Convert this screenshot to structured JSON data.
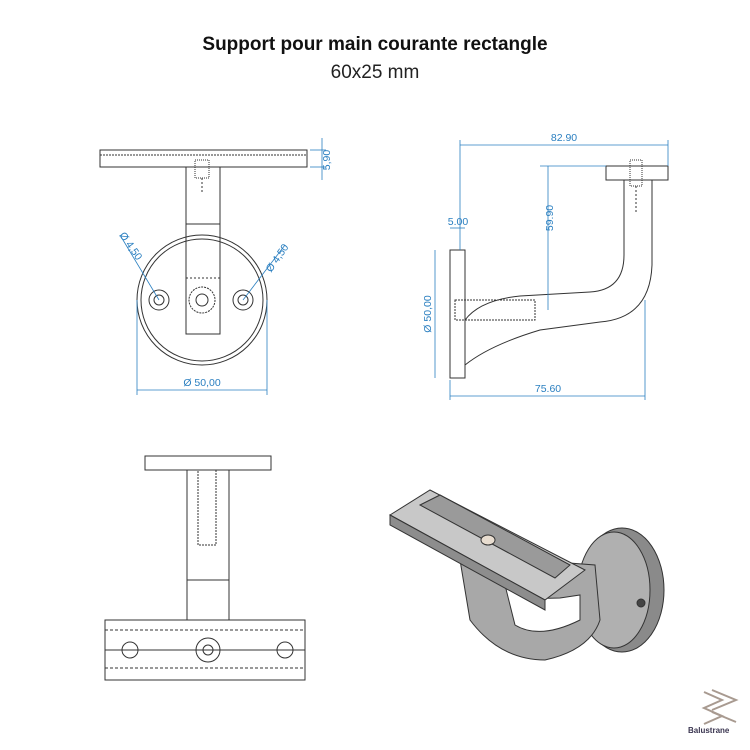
{
  "title": "Support pour main courante rectangle",
  "subtitle": "60x25 mm",
  "dimensions": {
    "top_view": {
      "plate_thickness": "5,90",
      "hole_left": "Ø 4,50",
      "hole_right": "Ø 4,50",
      "flange_diameter": "Ø 50,00"
    },
    "side_view": {
      "total_width": "82.90",
      "height": "59.90",
      "flange_thickness": "5.00",
      "flange_diameter": "Ø 50,00",
      "depth": "75.60"
    }
  },
  "logo": {
    "brand": "Balustrane"
  },
  "colors": {
    "dimension": "#2a7fc0",
    "line": "#333333",
    "metal": "#9a9a9a"
  }
}
